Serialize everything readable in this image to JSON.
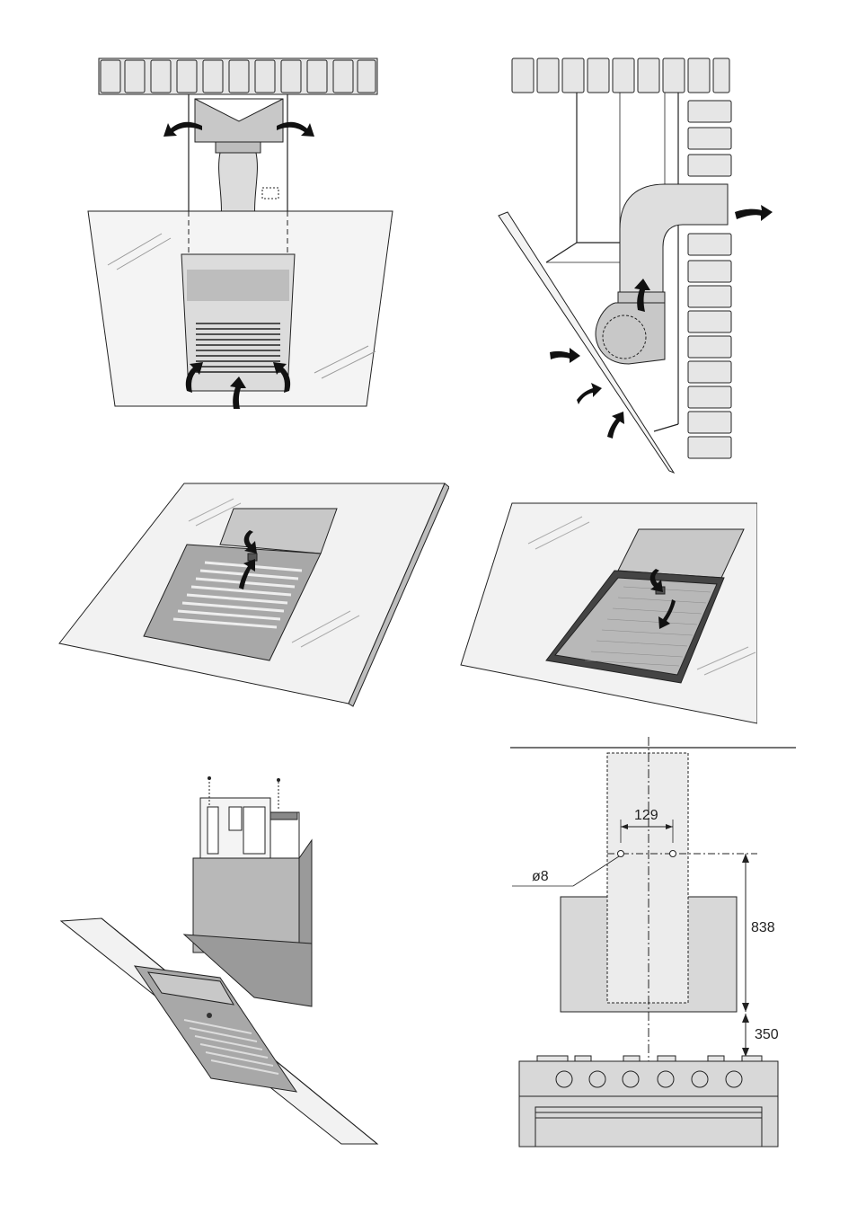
{
  "figures": [
    {
      "id": "recirculation-front",
      "label": ""
    },
    {
      "id": "extraction-side",
      "label": ""
    },
    {
      "id": "grease-filter-removal",
      "label": ""
    },
    {
      "id": "carbon-filter-removal",
      "label": ""
    },
    {
      "id": "hood-mounting",
      "label": ""
    },
    {
      "id": "installation-dimensions",
      "label": ""
    }
  ],
  "dimensions": {
    "hole_spacing": "129",
    "hole_diameter": "ø8",
    "hood_height": "838",
    "min_distance_above_hob": "350"
  },
  "colors": {
    "line": "#222222",
    "fill_gray": "#d4d4d4",
    "fill_dark": "#9a9a9a",
    "glass": "#f2f2f2"
  }
}
